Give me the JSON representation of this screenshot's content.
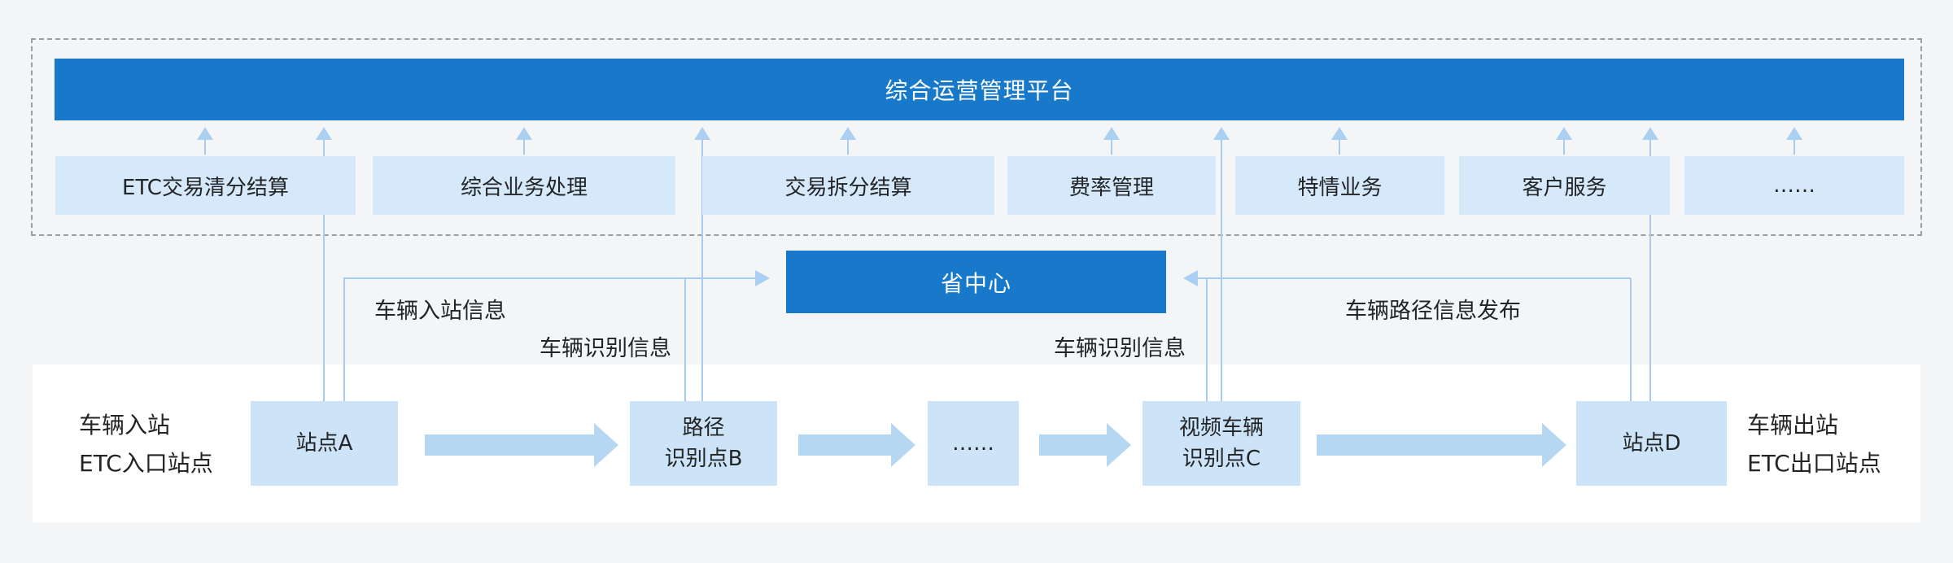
{
  "platform": {
    "title": "综合运营管理平台",
    "modules": [
      {
        "label": "ETC交易清分结算"
      },
      {
        "label": "综合业务处理"
      },
      {
        "label": "交易拆分结算"
      },
      {
        "label": "费率管理"
      },
      {
        "label": "特情业务"
      },
      {
        "label": "客户服务"
      },
      {
        "label": "……"
      }
    ]
  },
  "center": {
    "label": "省中心"
  },
  "flow_labels": {
    "entry_info": "车辆入站信息",
    "recognition_left": "车辆识别信息",
    "recognition_right": "车辆识别信息",
    "route_publish": "车辆路径信息发布"
  },
  "roadside": {
    "entry_caption": [
      "车辆入站",
      "ETC入口站点"
    ],
    "exit_caption": [
      "车辆出站",
      "ETC出口站点"
    ],
    "nodes": [
      {
        "lines": [
          "站点A"
        ]
      },
      {
        "lines": [
          "路径",
          "识别点B"
        ]
      },
      {
        "lines": [
          "……"
        ]
      },
      {
        "lines": [
          "视频车辆",
          "识别点C"
        ]
      },
      {
        "lines": [
          "站点D"
        ]
      }
    ]
  },
  "colors": {
    "bg": "#f4f5f6",
    "blue": "#1879ca",
    "module": "#d6e9fb",
    "node": "#cde4f8",
    "line": "#a6ccef",
    "head": "#acd0f1",
    "thick": "#b6d7f3",
    "dash": "#999ea3",
    "text": "#222426",
    "white": "#ffffff"
  }
}
